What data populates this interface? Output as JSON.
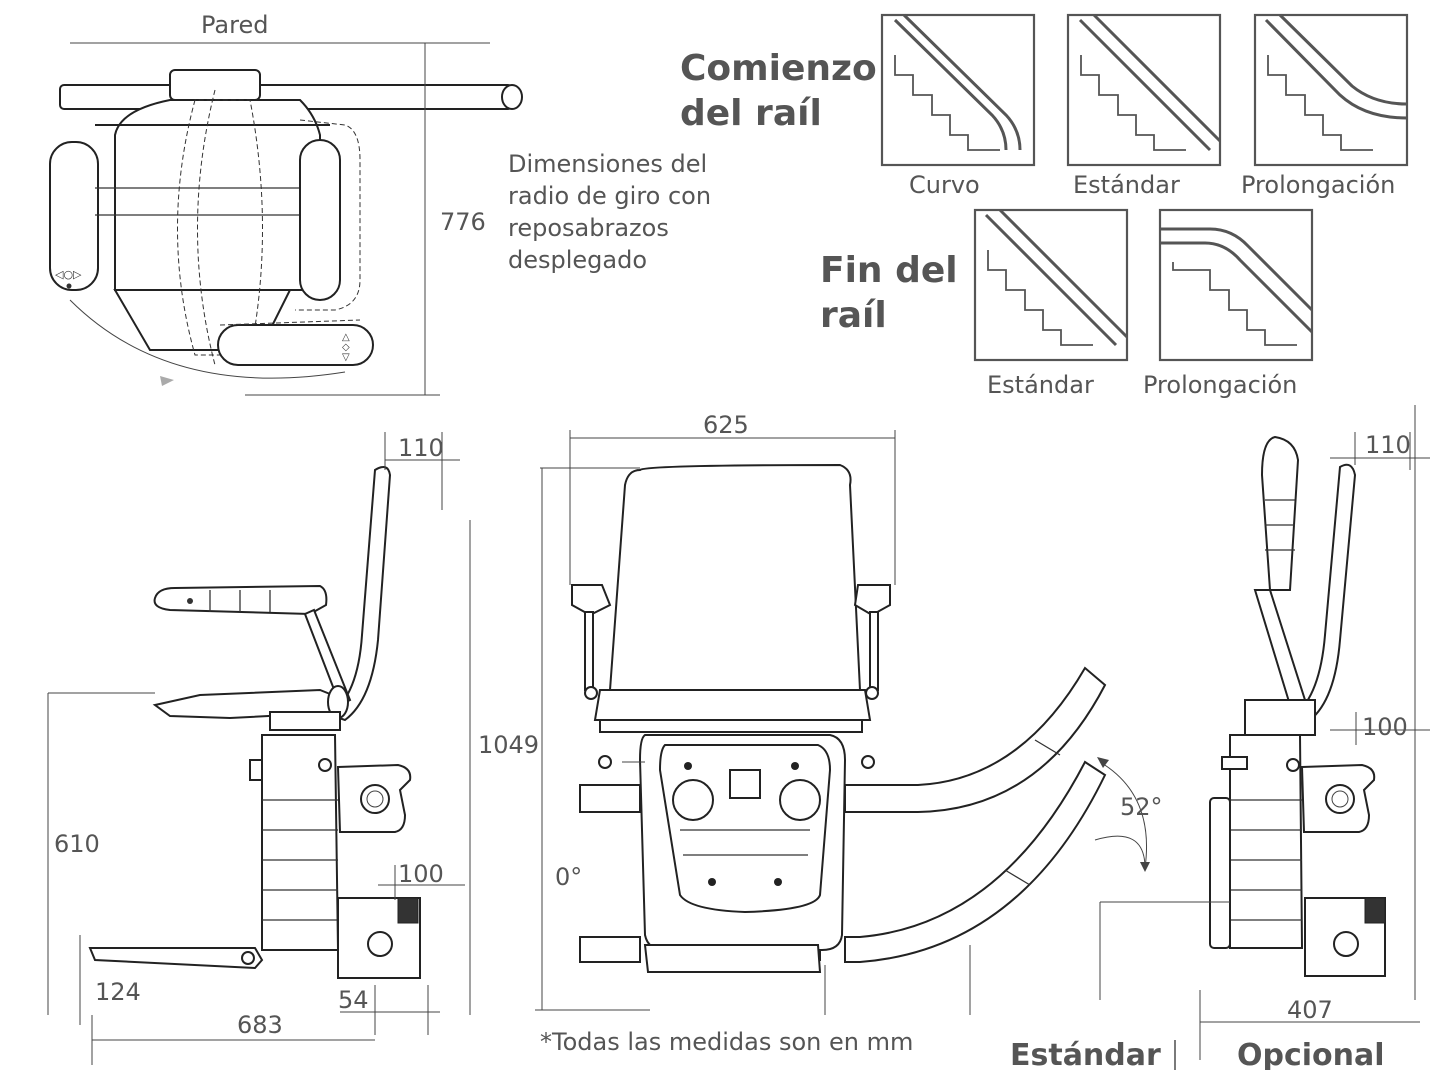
{
  "top_view": {
    "wall_label": "Pared",
    "depth_dim": "776",
    "turning_note": [
      "Dimensiones del",
      "radio de giro con",
      "reposabrazos",
      "desplegado"
    ]
  },
  "rail_start": {
    "title": [
      "Comienzo",
      "del raíl"
    ],
    "options": [
      "Curvo",
      "Estándar",
      "Prolongación"
    ]
  },
  "rail_end": {
    "title": [
      "Fin del",
      "raíl"
    ],
    "options": [
      "Estándar",
      "Prolongación"
    ]
  },
  "side_view": {
    "back_offset": "110",
    "seat_height": "610",
    "foot_offset": "100",
    "foot_height": "124",
    "rail_gap": "54",
    "total_depth": "683"
  },
  "front_view": {
    "width": "625",
    "height": "1049",
    "angle_min": "0°",
    "angle_max": "52°",
    "footnote": "*Todas las medidas son en mm"
  },
  "optional_view": {
    "back_offset": "110",
    "arm_offset": "100",
    "folded_depth": "407"
  },
  "footer": {
    "standard_label": "Estándar",
    "optional_label": "Opcional"
  }
}
